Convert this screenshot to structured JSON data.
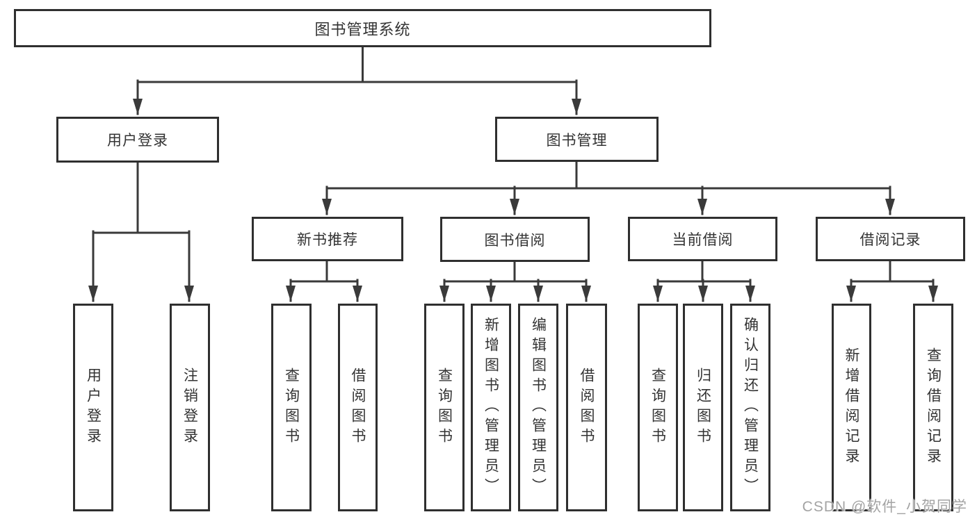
{
  "diagram": {
    "title": "图书管理系统",
    "watermark": "CSDN @软件_小贺同学",
    "colors": {
      "line": "#3a3a3a",
      "box_border": "#2f2f2f",
      "text": "#333333",
      "watermark": "#a3a3a3",
      "background": "#ffffff"
    },
    "nodes": {
      "root": {
        "label": "图书管理系统"
      },
      "user_login": {
        "label": "用户登录",
        "children": [
          {
            "label": "用户登录"
          },
          {
            "label": "注销登录"
          }
        ]
      },
      "book_mgmt": {
        "label": "图书管理",
        "children": [
          {
            "label": "新书推荐",
            "children": [
              {
                "label": "查询图书"
              },
              {
                "label": "借阅图书"
              }
            ]
          },
          {
            "label": "图书借阅",
            "children": [
              {
                "label": "查询图书"
              },
              {
                "label": "新增图书（管理员）"
              },
              {
                "label": "编辑图书（管理员）"
              },
              {
                "label": "借阅图书"
              }
            ]
          },
          {
            "label": "当前借阅",
            "children": [
              {
                "label": "查询图书"
              },
              {
                "label": "归还图书"
              },
              {
                "label": "确认归还（管理员）"
              }
            ]
          },
          {
            "label": "借阅记录",
            "children": [
              {
                "label": "新增借阅记录"
              },
              {
                "label": "查询借阅记录"
              }
            ]
          }
        ]
      }
    }
  }
}
